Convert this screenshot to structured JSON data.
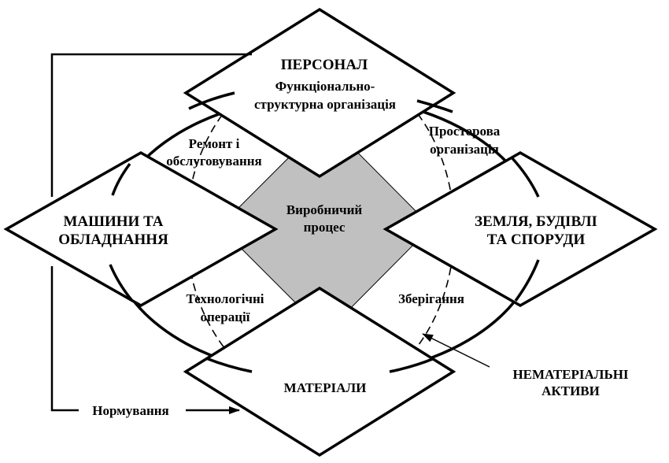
{
  "diagram": {
    "personnel": "ПЕРСОНАЛ",
    "func_org_line1": "Функціонально-",
    "func_org_line2": "структурна організація",
    "repair_line1": "Ремонт і",
    "repair_line2": "обслуговування",
    "spatial_line1": "Просторова",
    "spatial_line2": "організація",
    "process_line1": "Виробничий",
    "process_line2": "процес",
    "machines_line1": "МАШИНИ ТА",
    "machines_line2": "ОБЛАДНАННЯ",
    "land_line1": "ЗЕМЛЯ, БУДІВЛІ",
    "land_line2": "ТА СПОРУДИ",
    "tech_line1": "Технологічні",
    "tech_line2": "операції",
    "storage": "Зберігання",
    "materials": "МАТЕРІАЛИ",
    "intangible_line1": "НЕМАТЕРІАЛЬНІ",
    "intangible_line2": "АКТИВИ",
    "normalization": "Нормування"
  },
  "colors": {
    "stroke": "#000000",
    "center_fill": "#c0c0c0",
    "background": "#ffffff"
  }
}
